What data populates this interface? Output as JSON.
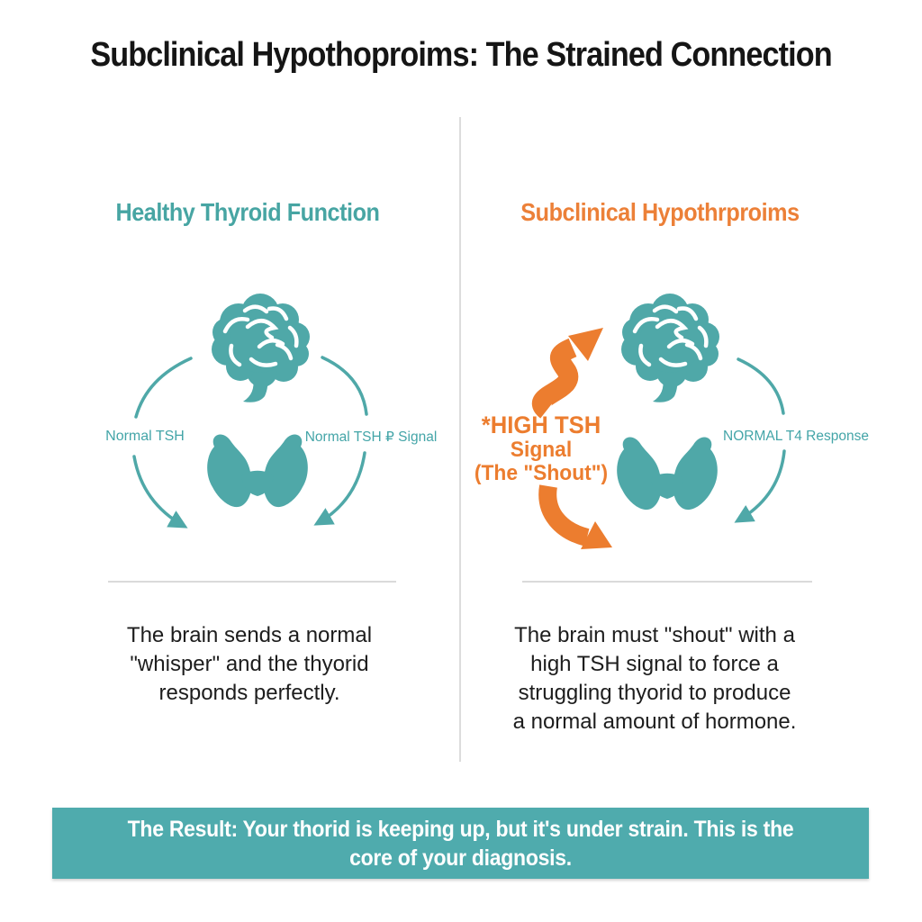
{
  "title": "Subclinical Hypothoproims: The Strained Connection",
  "left_panel": {
    "heading": "Healthy Thyroid Function",
    "tsh_label": "Normal TSH",
    "signal_label": "Normal TSH ₽ Signal",
    "caption": "The brain sends a normal\n\"whisper\" and the thyorid\nresponds perfectly.",
    "icons": [
      "brain-icon",
      "thyroid-icon",
      "tsh-arrow",
      "signal-arrow"
    ]
  },
  "right_panel": {
    "heading": "Subclinical Hypothrproims",
    "high_tsh_line1": "*HIGH TSH",
    "high_tsh_line2": "Signal",
    "high_tsh_line3": "(The \"Shout\")",
    "t4_label": "NORMAL T4 Response",
    "caption": "The brain must \"shout\" with a\nhigh TSH signal to force a\nstruggling thyorid to produce\na normal amount of hormone.",
    "icons": [
      "brain-icon",
      "thyroid-icon",
      "high-tsh-arrow-up",
      "high-tsh-arrow-down",
      "t4-response-arrow"
    ]
  },
  "banner": {
    "text": "The Result: Your thorid is keeping up, but it's under strain. This is the\ncore of your diagnosis."
  },
  "colors": {
    "teal": "#4fa8a8",
    "teal_text": "#44a5a8",
    "orange": "#ec7d2f",
    "banner_bg": "#4fabad",
    "divider_gray": "#dcdcdc",
    "text_dark": "#1d1d1d"
  }
}
